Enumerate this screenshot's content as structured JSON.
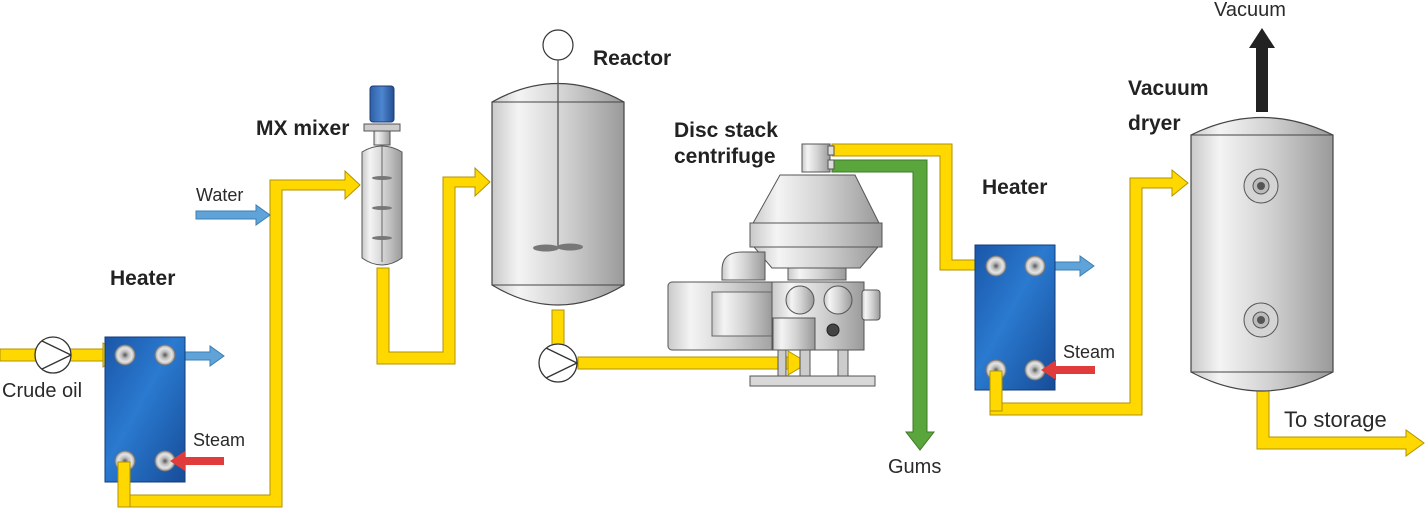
{
  "diagram": {
    "title": "Crude oil degumming / refining process flow",
    "equipment": {
      "heater_1": "Heater",
      "mixer": "MX mixer",
      "reactor": "Reactor",
      "centrifuge_line1": "Disc stack",
      "centrifuge_line2": "centrifuge",
      "heater_2": "Heater",
      "dryer_line1": "Vacuum",
      "dryer_line2": "dryer"
    },
    "streams": {
      "crude_oil": "Crude oil",
      "water": "Water",
      "steam_1": "Steam",
      "steam_2": "Steam",
      "gums": "Gums",
      "vacuum": "Vacuum",
      "to_storage": "To storage"
    },
    "colors": {
      "oil_line": "#ffd800",
      "oil_line_edge": "#b09200",
      "water_line": "#5fa3d8",
      "steam_line": "#e03c3c",
      "gums_line": "#5aa63c",
      "vacuum_line": "#222222",
      "heater_plate": "#1e64c0"
    }
  }
}
